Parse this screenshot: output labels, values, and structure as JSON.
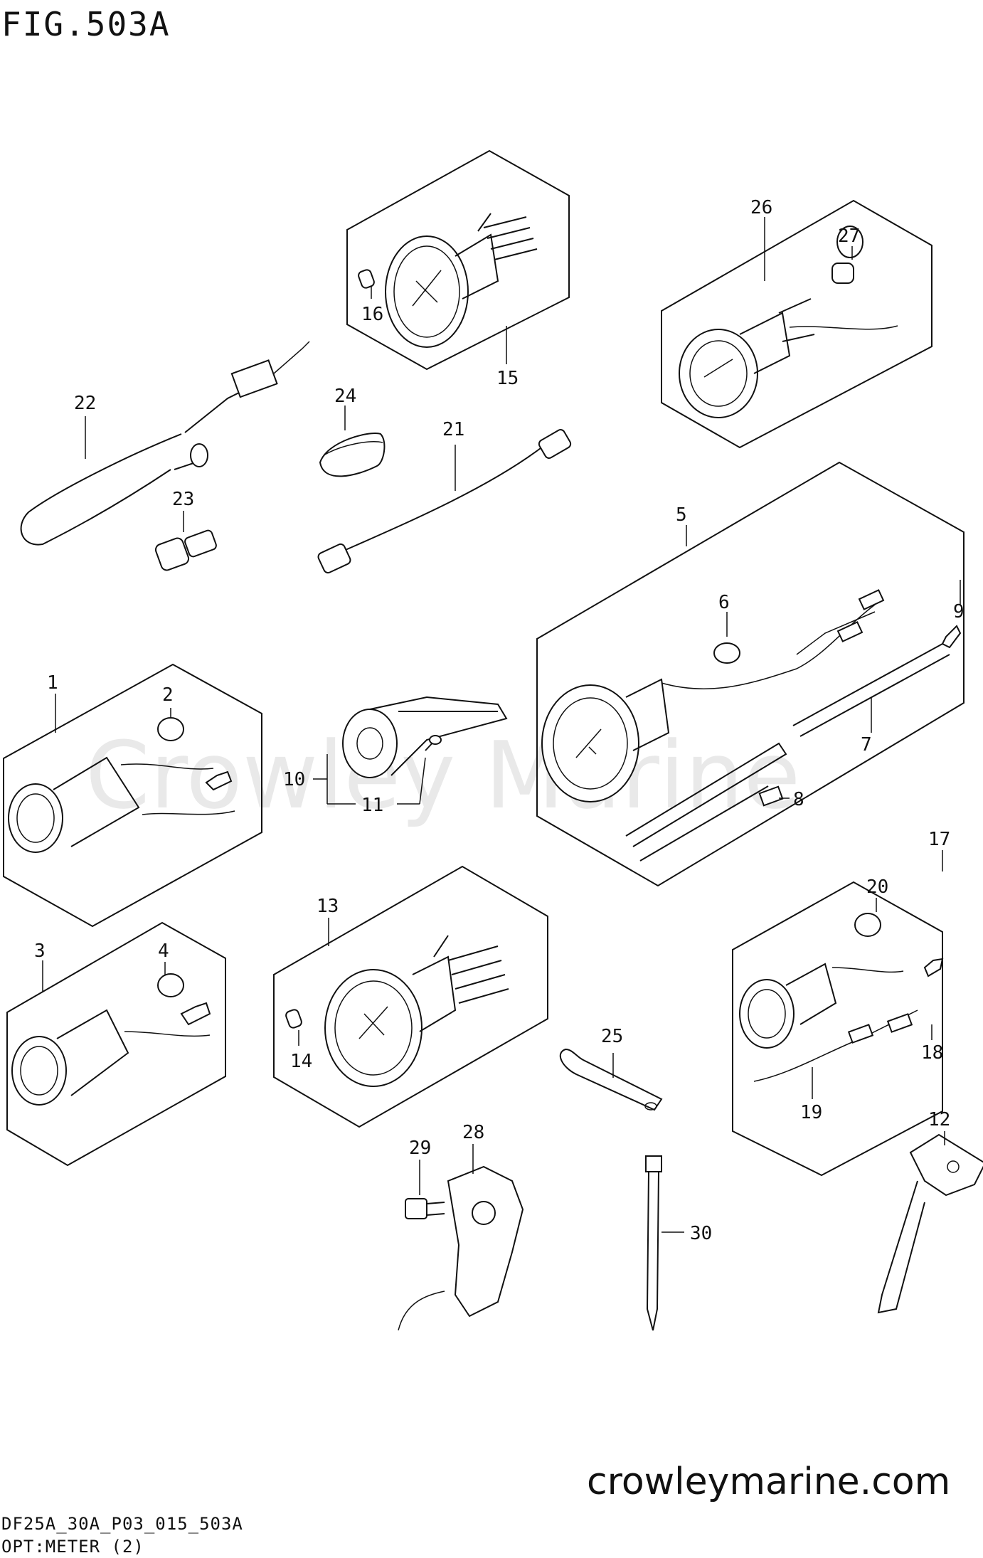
{
  "figure": {
    "title": "FIG.503A",
    "code": "DF25A_30A_P03_015_503A",
    "section": "OPT:METER (2)",
    "brand": "crowleymarine.com",
    "watermark": "Crowley Marine"
  },
  "callouts": [
    {
      "id": "c1",
      "label": "1"
    },
    {
      "id": "c2",
      "label": "2"
    },
    {
      "id": "c3",
      "label": "3"
    },
    {
      "id": "c4",
      "label": "4"
    },
    {
      "id": "c5",
      "label": "5"
    },
    {
      "id": "c6",
      "label": "6"
    },
    {
      "id": "c7",
      "label": "7"
    },
    {
      "id": "c8",
      "label": "8"
    },
    {
      "id": "c9",
      "label": "9"
    },
    {
      "id": "c10",
      "label": "10"
    },
    {
      "id": "c11",
      "label": "11"
    },
    {
      "id": "c12",
      "label": "12"
    },
    {
      "id": "c13",
      "label": "13"
    },
    {
      "id": "c14",
      "label": "14"
    },
    {
      "id": "c15",
      "label": "15"
    },
    {
      "id": "c16",
      "label": "16"
    },
    {
      "id": "c17",
      "label": "17"
    },
    {
      "id": "c18",
      "label": "18"
    },
    {
      "id": "c19",
      "label": "19"
    },
    {
      "id": "c20",
      "label": "20"
    },
    {
      "id": "c21",
      "label": "21"
    },
    {
      "id": "c22",
      "label": "22"
    },
    {
      "id": "c23",
      "label": "23"
    },
    {
      "id": "c24",
      "label": "24"
    },
    {
      "id": "c25",
      "label": "25"
    },
    {
      "id": "c26",
      "label": "26"
    },
    {
      "id": "c27",
      "label": "27"
    },
    {
      "id": "c28",
      "label": "28"
    },
    {
      "id": "c29",
      "label": "29"
    },
    {
      "id": "c30",
      "label": "30"
    }
  ]
}
